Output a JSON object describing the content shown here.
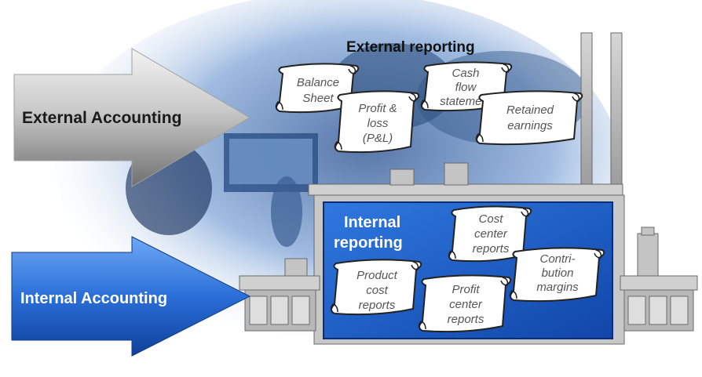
{
  "arrows": {
    "external": "External Accounting",
    "internal": "Internal Accounting"
  },
  "headings": {
    "external_reporting": "External reporting",
    "internal_reporting_line1": "Internal",
    "internal_reporting_line2": "reporting"
  },
  "external_reports": [
    {
      "lines": [
        "Balance",
        "Sheet"
      ]
    },
    {
      "lines": [
        "Profit &",
        "loss",
        "(P&L)"
      ]
    },
    {
      "lines": [
        "Cash",
        "flow",
        "statement"
      ]
    },
    {
      "lines": [
        "Retained",
        "earnings"
      ]
    }
  ],
  "internal_reports": [
    {
      "lines": [
        "Cost",
        "center",
        "reports"
      ]
    },
    {
      "lines": [
        "Contri-",
        "bution",
        "margins"
      ]
    },
    {
      "lines": [
        "Product",
        "cost",
        "reports"
      ]
    },
    {
      "lines": [
        "Profit",
        "center",
        "reports"
      ]
    }
  ],
  "colors": {
    "internal_panel": "#1f5fc4",
    "internal_arrow": "#2a6fd8",
    "external_arrow": "#8e8e8e",
    "factory_gray": "#bdbdbd"
  },
  "icons": {
    "photo_background": "office-meeting-photo",
    "building": "factory-building"
  }
}
